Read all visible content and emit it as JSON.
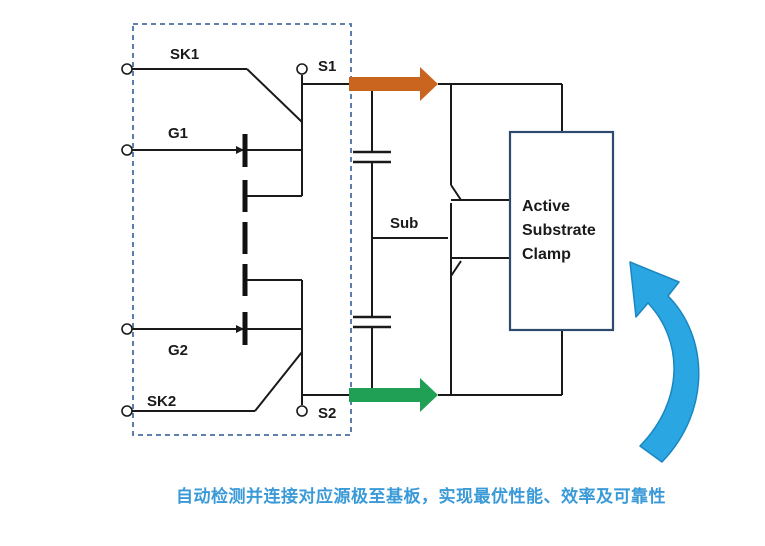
{
  "labels": {
    "sk1": "SK1",
    "g1": "G1",
    "g2": "G2",
    "sk2": "SK2",
    "s1": "S1",
    "s2": "S2",
    "sub": "Sub"
  },
  "clamp": {
    "line1": "Active",
    "line2": "Substrate",
    "line3": "Clamp"
  },
  "caption": "自动检测并连接对应源极至基板，实现最优性能、效率及可靠性",
  "colors": {
    "arrow_top": "#c9651e",
    "arrow_bottom": "#1fa055",
    "curved_arrow": "#2aa6e3",
    "dashed_box": "#4a6fa5",
    "clamp_box": "#2e4a6e",
    "caption": "#3a9ad8"
  }
}
